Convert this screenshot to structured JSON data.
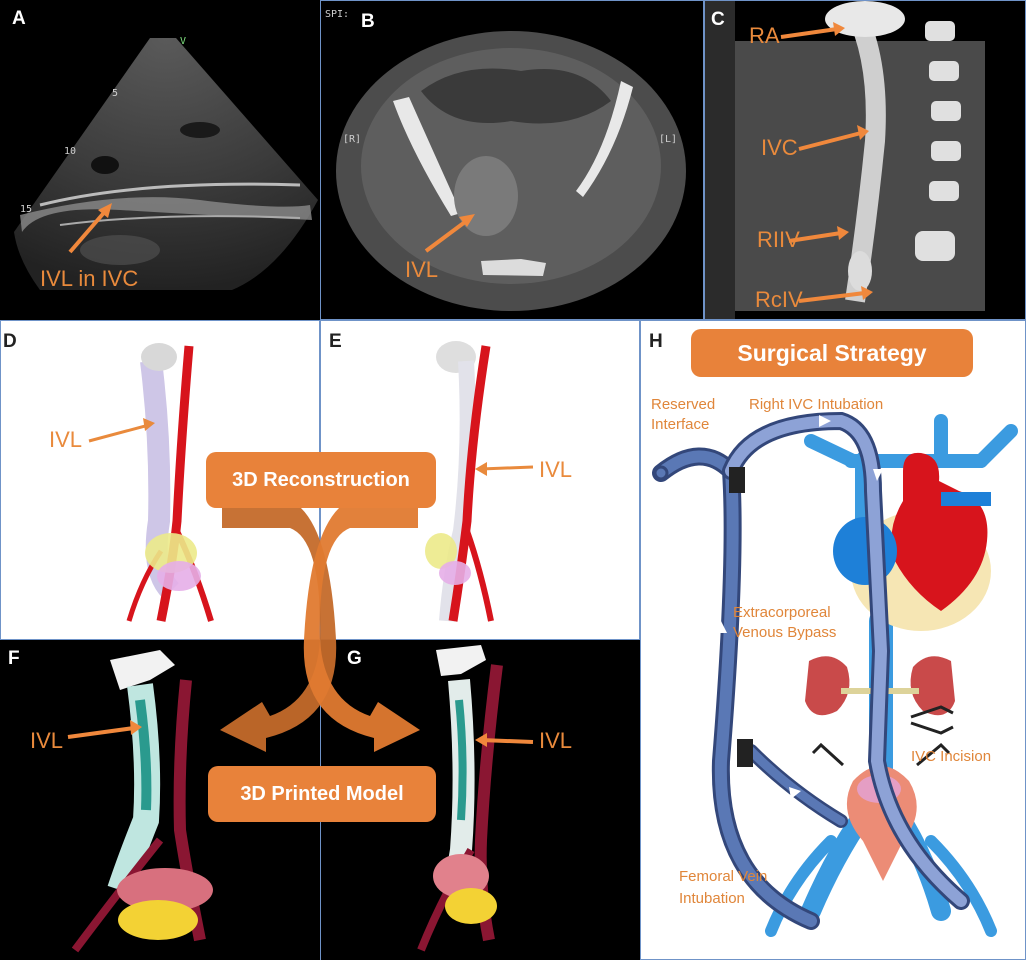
{
  "panels": {
    "A": {
      "letter": "A",
      "callout": "IVL in IVC",
      "scale": [
        "5",
        "10",
        "15"
      ],
      "marker": "V"
    },
    "B": {
      "letter": "B",
      "callout": "IVL",
      "spi": "SPI:",
      "right_marker": "[R]",
      "left_marker": "[L]"
    },
    "C": {
      "letter": "C",
      "callouts": [
        "RA",
        "IVC",
        "RIIV",
        "RcIV"
      ]
    },
    "D": {
      "letter": "D",
      "callout": "IVL"
    },
    "E": {
      "letter": "E",
      "callout": "IVL"
    },
    "F": {
      "letter": "F",
      "callout": "IVL"
    },
    "G": {
      "letter": "G",
      "callout": "IVL"
    },
    "H": {
      "letter": "H",
      "title": "Surgical Strategy",
      "labels": {
        "reserved_interface_1": "Reserved",
        "reserved_interface_2": "Interface",
        "right_ivc_intubation": "Right IVC Intubation",
        "bypass_1": "Extracorporeal",
        "bypass_2": "Venous Bypass",
        "ivc_incision": "IVC Incision",
        "femoral_1": "Femoral Vein",
        "femoral_2": "Intubation"
      }
    }
  },
  "banners": {
    "reconstruction": "3D Reconstruction",
    "printed": "3D Printed Model"
  },
  "colors": {
    "accent": "#e8823a",
    "vein_blue": "#3b9be0",
    "artery_red": "#d7141c",
    "tube_blue": "#5a78b5",
    "panel_border": "#6f93c8"
  },
  "icons": [
    "arrow-icon",
    "curved-arrow-icon",
    "heart-icon",
    "kidney-icon",
    "uterus-icon",
    "clamp-icon"
  ]
}
